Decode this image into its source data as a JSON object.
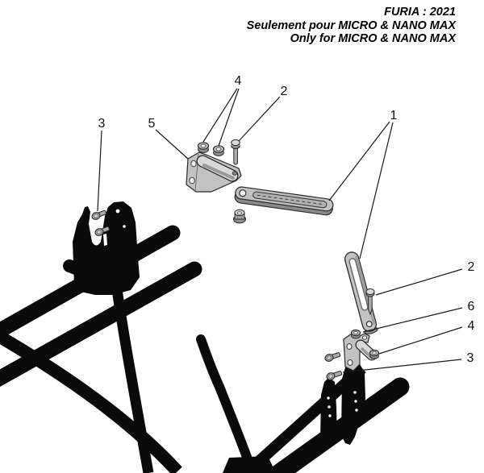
{
  "header": {
    "line1": "FURIA : 2021",
    "line2": "Seulement pour MICRO & NANO MAX",
    "line3": "Only for MICRO & NANO MAX"
  },
  "callouts": {
    "part1": "1",
    "part2": "2",
    "part3": "3",
    "part4": "4",
    "part5": "5",
    "part6": "6"
  },
  "colors": {
    "background": "#ffffff",
    "frame_black": "#0a0a0a",
    "part_gray": "#c2c2c2",
    "part_gray_dark": "#8f8f8f",
    "part_gray_light": "#d9d9d9",
    "leader_line": "#1a1a1a",
    "text": "#000000"
  }
}
